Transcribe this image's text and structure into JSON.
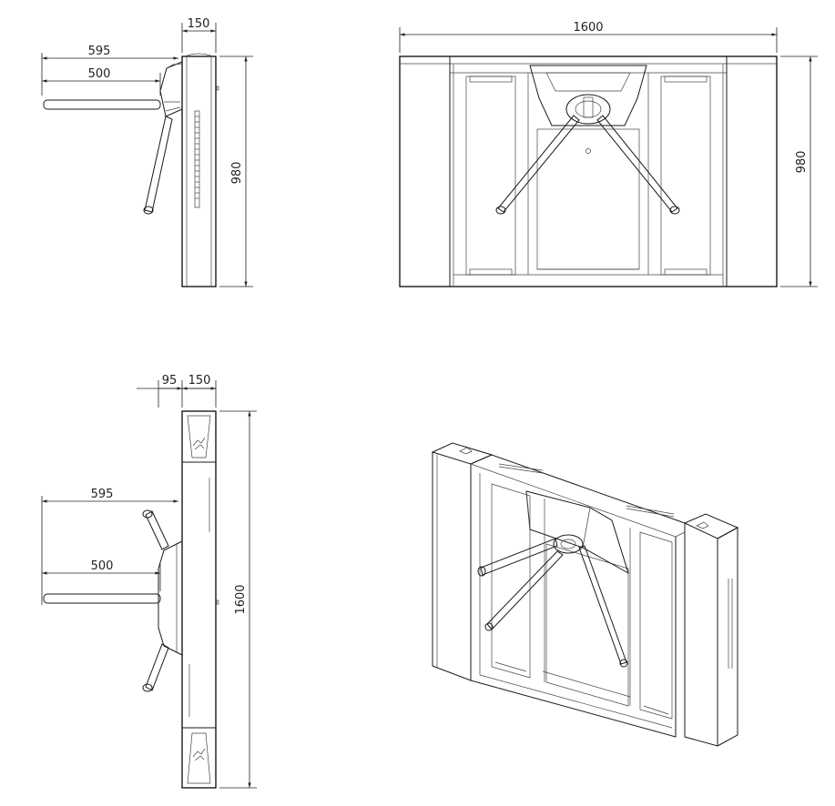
{
  "drawing": {
    "side_view": {
      "width_label": "150",
      "arm_reach_label": "595",
      "arm_length_label": "500",
      "height_label": "980"
    },
    "front_view": {
      "width_label": "1600",
      "height_label": "980"
    },
    "top_view": {
      "offset_label": "95",
      "width_label": "150",
      "arm_reach_label": "595",
      "arm_length_label": "500",
      "length_label": "1600"
    }
  }
}
